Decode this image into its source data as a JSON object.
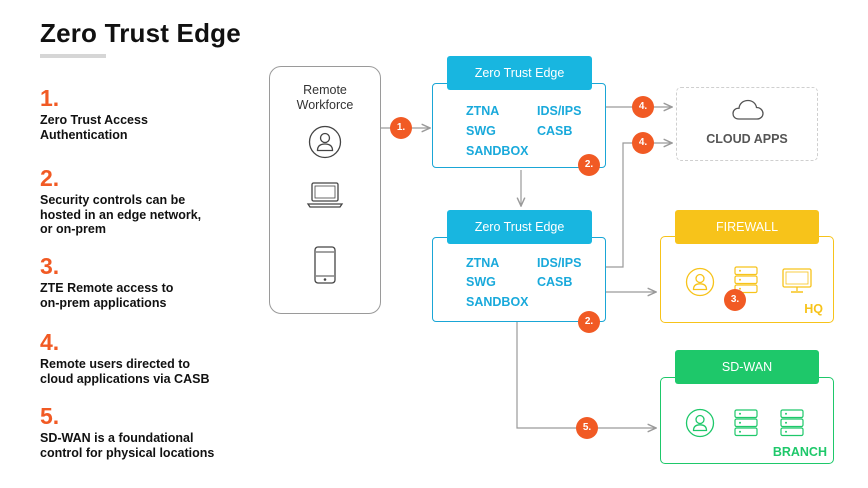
{
  "title": "Zero Trust Edge",
  "legend": [
    {
      "num": "1.",
      "text": "Zero Trust Access Authentication"
    },
    {
      "num": "2.",
      "text": "Security controls can be hosted in an edge network, or on-prem"
    },
    {
      "num": "3.",
      "text": "ZTE Remote access to on-prem applications"
    },
    {
      "num": "4.",
      "text": "Remote users directed to cloud applications via CASB"
    },
    {
      "num": "5.",
      "text": "SD-WAN is a foundational control for physical locations"
    }
  ],
  "remote": {
    "title": "Remote\nWorkforce",
    "icons": [
      "user-icon",
      "laptop-icon",
      "smartphone-icon"
    ]
  },
  "zte_top": {
    "header": "Zero Trust Edge",
    "controls": [
      "ZTNA",
      "IDS/IPS",
      "SWG",
      "CASB",
      "SANDBOX"
    ],
    "badge": "2."
  },
  "zte_bottom": {
    "header": "Zero Trust Edge",
    "controls": [
      "ZTNA",
      "IDS/IPS",
      "SWG",
      "CASB",
      "SANDBOX"
    ],
    "badge": "2."
  },
  "cloud": {
    "label": "CLOUD APPS",
    "icon": "cloud-icon"
  },
  "firewall": {
    "header": "FIREWALL",
    "corner": "HQ",
    "badge": "3.",
    "icons": [
      "user-icon",
      "server-icon",
      "monitor-icon"
    ]
  },
  "sdwan": {
    "header": "SD-WAN",
    "corner": "BRANCH",
    "icons": [
      "user-icon",
      "server-icon",
      "server-icon"
    ]
  },
  "flow_badges": {
    "remote_to_zte": "1.",
    "to_cloud_top": "4.",
    "to_cloud_bottom": "4.",
    "to_branch": "5."
  },
  "colors": {
    "orange": "#f15a24",
    "blue": "#18b6e0",
    "yellow": "#f7c31a",
    "green": "#1ec86a",
    "gray": "#9a9a9a"
  }
}
